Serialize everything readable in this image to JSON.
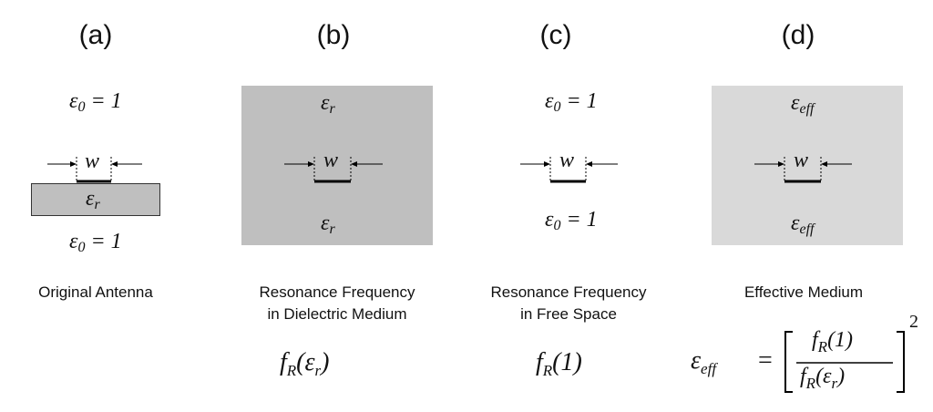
{
  "panels": [
    {
      "letter": "(a)",
      "top_label": {
        "main": "ε",
        "sub": "0",
        "tail": " = 1"
      },
      "width_label": "w",
      "inner_label": {
        "main": "ε",
        "sub": "r"
      },
      "bottom_label": {
        "main": "ε",
        "sub": "0",
        "tail": " = 1"
      },
      "caption_lines": [
        "Original Antenna"
      ]
    },
    {
      "letter": "(b)",
      "top_label": {
        "main": "ε",
        "sub": "r"
      },
      "width_label": "w",
      "bottom_label": {
        "main": "ε",
        "sub": "r"
      },
      "caption_lines": [
        "Resonance Frequency",
        "in Dielectric Medium"
      ],
      "formula": {
        "f": "f",
        "sub": "R",
        "arg": "(ε",
        "argsub": "r",
        "close": ")"
      },
      "fill": "#bfbfbf"
    },
    {
      "letter": "(c)",
      "top_label": {
        "main": "ε",
        "sub": "0",
        "tail": " = 1"
      },
      "width_label": "w",
      "bottom_label": {
        "main": "ε",
        "sub": "0",
        "tail": " = 1"
      },
      "caption_lines": [
        "Resonance Frequency",
        "in Free Space"
      ],
      "formula": {
        "f": "f",
        "sub": "R",
        "arg": "(1)"
      }
    },
    {
      "letter": "(d)",
      "top_label": {
        "main": "ε",
        "sub": "eff"
      },
      "width_label": "w",
      "bottom_label": {
        "main": "ε",
        "sub": "eff"
      },
      "caption_lines": [
        "Effective Medium"
      ],
      "formula": {
        "lhs": "ε",
        "lhs_sub": "eff",
        "eq": "=",
        "num": "f",
        "num_sub": "R",
        "num_arg": "(1)",
        "den": "f",
        "den_sub": "R",
        "den_arg": "(ε",
        "den_argsub": "r",
        "den_close": ")",
        "power": "2"
      },
      "fill": "#d9d9d9"
    }
  ],
  "colors": {
    "substrate": "#bfbfbf",
    "medium_b": "#bfbfbf",
    "medium_d": "#d9d9d9",
    "line": "#000000"
  }
}
